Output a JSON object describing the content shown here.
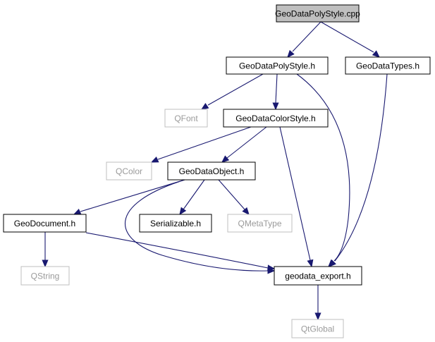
{
  "diagram": {
    "nodes": [
      {
        "id": "geodatapolystyle_cpp",
        "label": "GeoDataPolyStyle.cpp",
        "style": "root"
      },
      {
        "id": "geodatapolystyle_h",
        "label": "GeoDataPolyStyle.h",
        "style": "normal"
      },
      {
        "id": "geodatatypes_h",
        "label": "GeoDataTypes.h",
        "style": "normal"
      },
      {
        "id": "qfont",
        "label": "QFont",
        "style": "external"
      },
      {
        "id": "geodatacolorstyle_h",
        "label": "GeoDataColorStyle.h",
        "style": "normal"
      },
      {
        "id": "qcolor",
        "label": "QColor",
        "style": "external"
      },
      {
        "id": "geodataobject_h",
        "label": "GeoDataObject.h",
        "style": "normal"
      },
      {
        "id": "geodocument_h",
        "label": "GeoDocument.h",
        "style": "normal"
      },
      {
        "id": "serializable_h",
        "label": "Serializable.h",
        "style": "normal"
      },
      {
        "id": "qmetatype",
        "label": "QMetaType",
        "style": "external"
      },
      {
        "id": "qstring",
        "label": "QString",
        "style": "external"
      },
      {
        "id": "geodata_export_h",
        "label": "geodata_export.h",
        "style": "normal"
      },
      {
        "id": "qtglobal",
        "label": "QtGlobal",
        "style": "external"
      }
    ],
    "edges": [
      {
        "from": "geodatapolystyle_cpp",
        "to": "geodatapolystyle_h"
      },
      {
        "from": "geodatapolystyle_cpp",
        "to": "geodatatypes_h"
      },
      {
        "from": "geodatapolystyle_h",
        "to": "qfont"
      },
      {
        "from": "geodatapolystyle_h",
        "to": "geodatacolorstyle_h"
      },
      {
        "from": "geodatapolystyle_h",
        "to": "geodata_export_h"
      },
      {
        "from": "geodatatypes_h",
        "to": "geodata_export_h"
      },
      {
        "from": "geodatacolorstyle_h",
        "to": "qcolor"
      },
      {
        "from": "geodatacolorstyle_h",
        "to": "geodataobject_h"
      },
      {
        "from": "geodatacolorstyle_h",
        "to": "geodata_export_h"
      },
      {
        "from": "geodataobject_h",
        "to": "geodocument_h"
      },
      {
        "from": "geodataobject_h",
        "to": "serializable_h"
      },
      {
        "from": "geodataobject_h",
        "to": "qmetatype"
      },
      {
        "from": "geodataobject_h",
        "to": "geodata_export_h"
      },
      {
        "from": "geodocument_h",
        "to": "qstring"
      },
      {
        "from": "geodocument_h",
        "to": "geodata_export_h"
      },
      {
        "from": "geodata_export_h",
        "to": "qtglobal"
      }
    ],
    "colors": {
      "edge": "#191970",
      "root_fill": "#bfbfbf",
      "external_border": "#bfbfbf",
      "external_text": "#9a9a9a",
      "normal_border": "#000000"
    }
  }
}
